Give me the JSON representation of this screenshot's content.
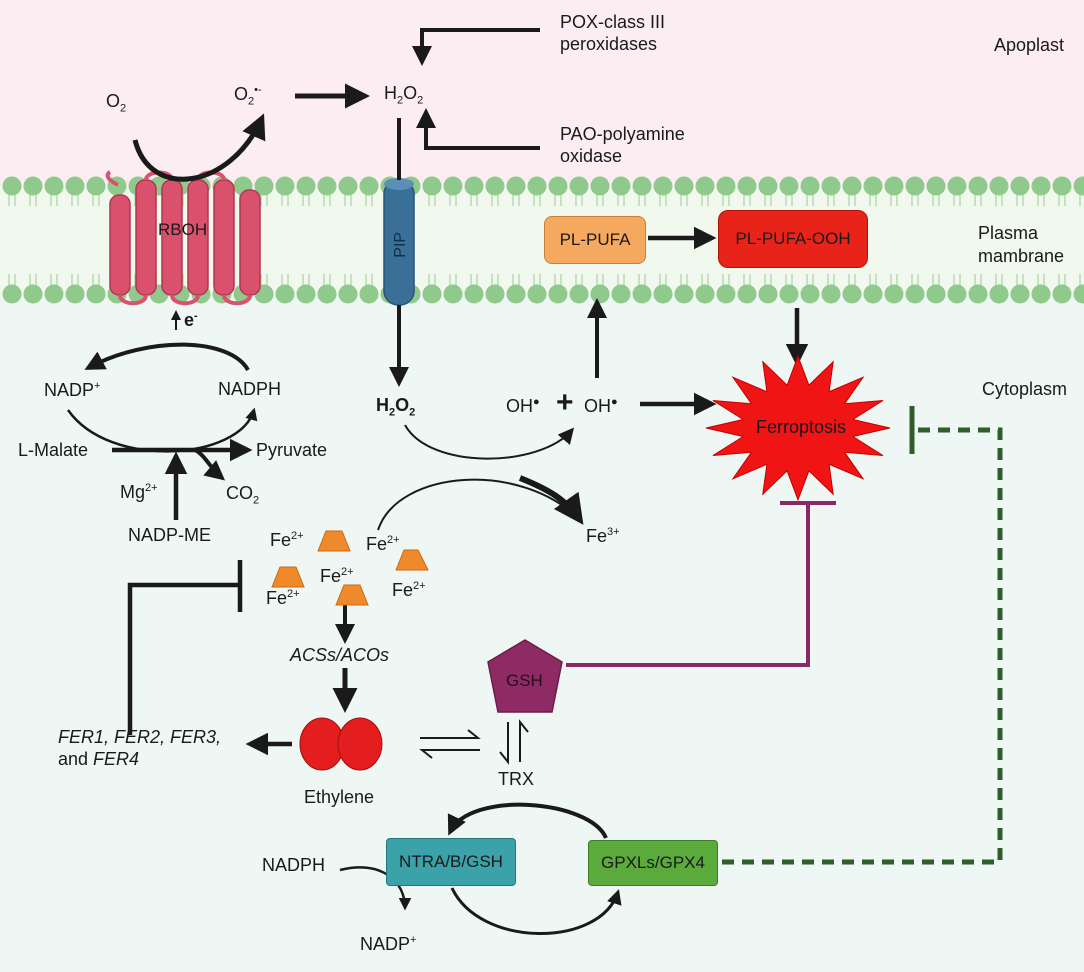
{
  "compartments": {
    "apoplast": "Apoplast",
    "plasma_membrane": "Plasma\nmambrane",
    "cytoplasm": "Cytoplasm"
  },
  "labels": {
    "o2": "O",
    "o2_sub": "2",
    "superoxide": "O",
    "superoxide_sub": "2",
    "superoxide_sup": "•-",
    "h2o2_top": "H",
    "h2o2_top_sub1": "2",
    "h2o2_top_o": "O",
    "h2o2_top_sub2": "2",
    "pox": "POX-class III\nperoxidases",
    "pao": "PAO-polyamine\noxidase",
    "rboh": "RBOH",
    "pip": "PIP",
    "electron": "e",
    "electron_sup": "-",
    "nadp_plus_top": "NADP",
    "nadp_plus_top_sup": "+",
    "nadph_top": "NADPH",
    "l_malate": "L-Malate",
    "pyruvate": "Pyruvate",
    "mg": "Mg",
    "mg_sup": "2+",
    "co2": "CO",
    "co2_sub": "2",
    "nadp_me": "NADP-ME",
    "h2o2_cyto": "H",
    "h2o2_cyto_sub1": "2",
    "h2o2_cyto_o": "O",
    "h2o2_cyto_sub2": "2",
    "oh1": "OH",
    "oh2": "OH",
    "plus": "+",
    "fe3": "Fe",
    "fe3_sup": "3+",
    "fe2": "Fe",
    "fe2_sup": "2+",
    "acs_aco": "ACSs/ACOs",
    "fer_genes_line1": "FER1, FER2, FER3,",
    "fer_genes_line2_and": "and ",
    "fer_genes_line2_fer4": "FER4",
    "ethylene": "Ethylene",
    "gsh": "GSH",
    "trx": "TRX",
    "nadph_bottom": "NADPH",
    "nadp_plus_bottom": "NADP",
    "nadp_plus_bottom_sup": "+",
    "ntra": "NTRA/B/GSH",
    "gpx": "GPXLs/GPX4",
    "pl_pufa": "PL-PUFA",
    "pl_pufa_ooh": "PL-PUFA-OOH",
    "ferroptosis": "Ferroptosis"
  },
  "colors": {
    "apoplast_bg": "#fcedf2",
    "cytoplasm_bg": "#eef7f3",
    "membrane_bead": "#8fc98b",
    "rboh": "#d9516c",
    "pip": "#3a6f98",
    "pl_pufa": "#f4a95e",
    "pl_pufa_ooh": "#e8241a",
    "ferroptosis": "#f01414",
    "fe_ion": "#ef8a2c",
    "ethylene": "#e41e1e",
    "gsh": "#8e2b64",
    "ntra": "#3aa2a8",
    "gpx": "#5aab3c",
    "inhibit_purple": "#8a2866",
    "inhibit_green": "#2f5e2c"
  }
}
